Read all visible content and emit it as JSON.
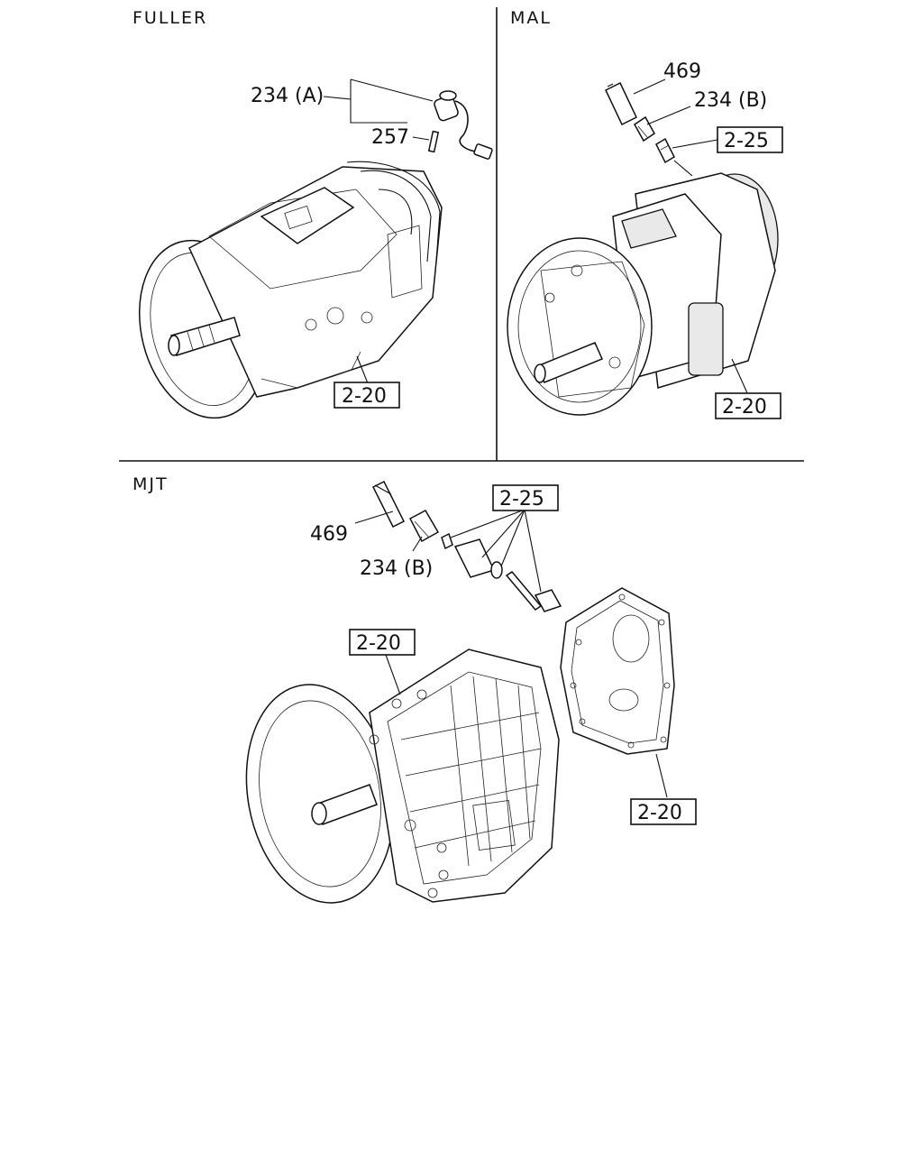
{
  "sections": {
    "fuller": {
      "title": "FULLER",
      "callouts": {
        "sensor": "234 (A)",
        "pin": "257"
      },
      "refs": {
        "transmission": "2-20"
      }
    },
    "mal": {
      "title": "MAL",
      "callouts": {
        "bracket": "469",
        "sensor": "234 (B)"
      },
      "refs": {
        "adapter": "2-25",
        "transmission": "2-20"
      }
    },
    "mjt": {
      "title": "MJT",
      "callouts": {
        "bracket": "469",
        "sensor": "234 (B)"
      },
      "refs": {
        "adapter": "2-25",
        "transmission": "2-20",
        "cover": "2-20"
      }
    }
  }
}
